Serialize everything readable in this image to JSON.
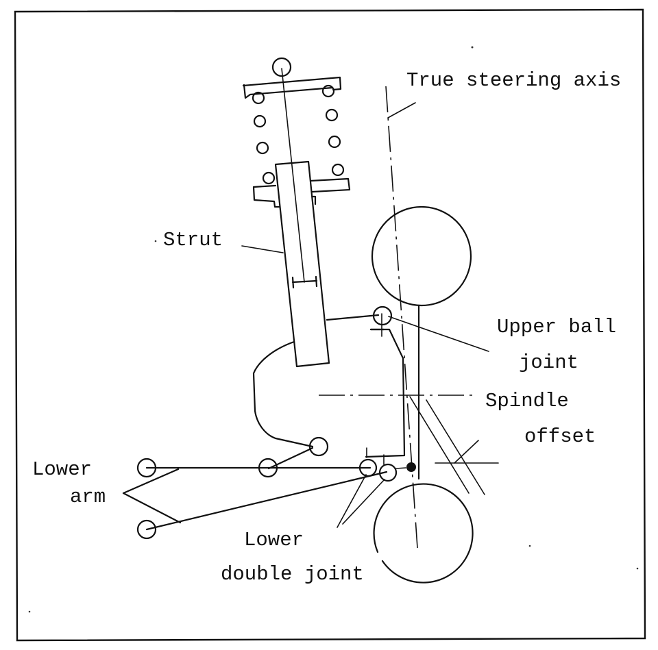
{
  "diagram": {
    "type": "suspension-geometry-schematic",
    "labels": {
      "true_steering_axis": "True steering axis",
      "strut": "Strut",
      "upper_ball_joint_line1": "Upper ball",
      "upper_ball_joint_line2": "joint",
      "spindle_offset_line1": "Spindle",
      "spindle_offset_line2": "offset",
      "lower_arm_line1": "Lower",
      "lower_arm_line2": "arm",
      "lower_double_joint_line1": "Lower",
      "lower_double_joint_line2": "double joint"
    },
    "colors": {
      "ink": "#111111",
      "paper": "#ffffff"
    }
  }
}
